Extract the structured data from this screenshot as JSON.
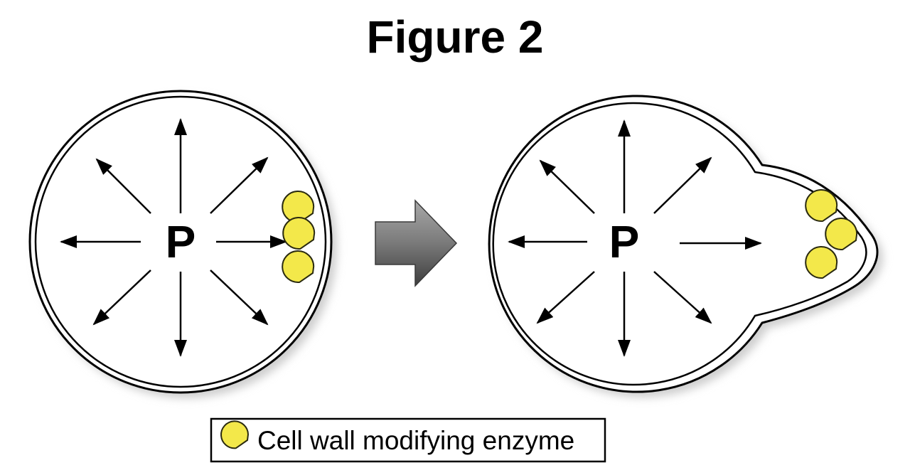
{
  "title": "Figure 2",
  "cells": [
    {
      "label": "P",
      "state": "round"
    },
    {
      "label": "P",
      "state": "polarized"
    }
  ],
  "legend": {
    "icon": "pacman-enzyme-icon",
    "text": "Cell wall modifying enzyme"
  },
  "colors": {
    "enzyme_fill": "#f3e84a",
    "enzyme_stroke": "#2a2a10",
    "arrow_gray_light": "#9a9a9a",
    "arrow_gray_dark": "#4a4a4a",
    "shadow": "#d7d7d7"
  }
}
